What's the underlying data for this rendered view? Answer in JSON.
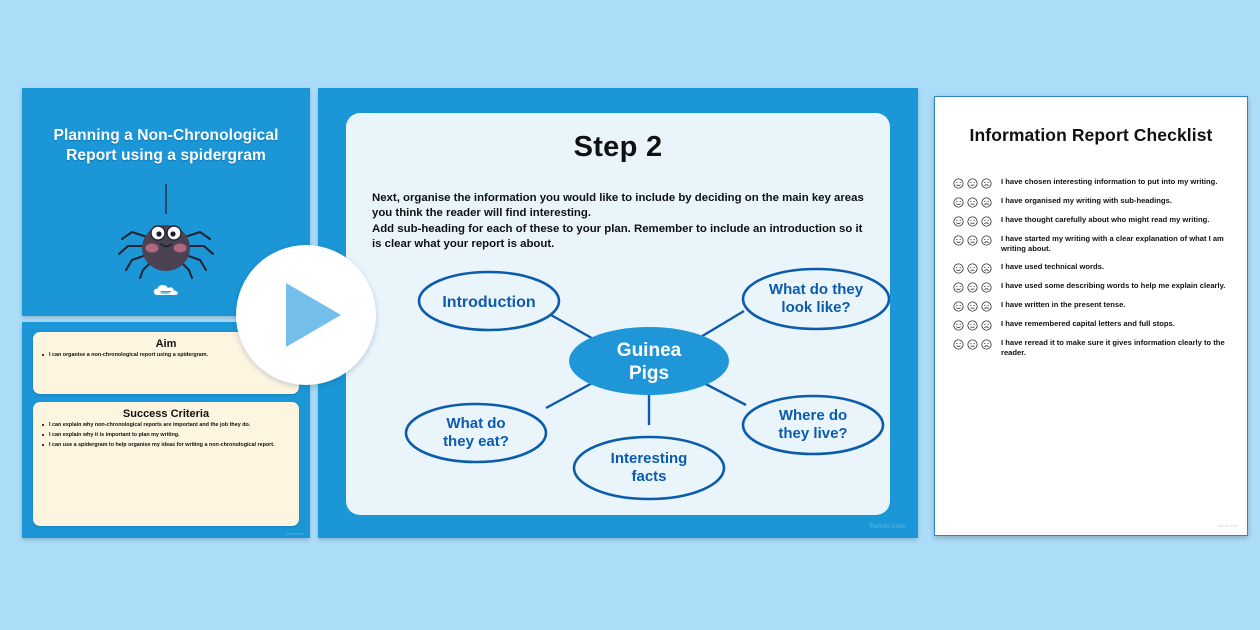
{
  "theme": {
    "page_background": "#ABDCF8",
    "slide_frame_blue": "#1B96D6",
    "slide_inner_blue": "#EAF4FB",
    "card_cream": "#FDF5E0",
    "node_outline_blue": "#0B5CAD",
    "center_node_blue": "#1E96D8",
    "play_triangle_blue": "#74BFEA"
  },
  "title_slide": {
    "title": "Planning a Non-Chronological Report using a spidergram",
    "illustration": "spider-illustration",
    "logo": "twinkl-cloud-logo"
  },
  "objectives_slide": {
    "aim": {
      "heading": "Aim",
      "items": [
        "I can organise a non-chronological report using a spidergram."
      ]
    },
    "success_criteria": {
      "heading": "Success Criteria",
      "items": [
        "I can explain why non-chronological reports are important and the job they do.",
        "I can explain why it is important to plan my writing.",
        "I can use a spidergram to help organise my ideas for writing a non-chronological report."
      ]
    },
    "watermark": "Twinkl.com"
  },
  "main_slide": {
    "step_title": "Step 2",
    "body_lines": [
      "Next, organise the information you would like to include by deciding on the main key areas you think the reader will find interesting.",
      "Add sub-heading for each of these to your plan. Remember to include an introduction so it is clear what your report is about."
    ],
    "watermark": "Twinkl.com",
    "spidergram": {
      "center": "Guinea Pigs",
      "nodes": [
        "Introduction",
        "What do they look like?",
        "Where do they live?",
        "Interesting facts",
        "What do they eat?"
      ]
    }
  },
  "checklist": {
    "title": "Information Report Checklist",
    "face_options": [
      "happy-face",
      "neutral-face",
      "sad-face"
    ],
    "items": [
      "I have chosen interesting information to put into my writing.",
      "I have organised my writing with sub-headings.",
      "I have thought carefully about who might read my writing.",
      "I have started my writing with a clear explanation of what I am writing about.",
      "I have used technical words.",
      "I have used some describing words to help me explain clearly.",
      "I have written in the present tense.",
      "I have remembered capital letters and full stops.",
      "I have reread it to make sure it gives information clearly to the reader."
    ],
    "watermark": "twinkl.com"
  },
  "play_overlay": {
    "label": "play-video"
  }
}
